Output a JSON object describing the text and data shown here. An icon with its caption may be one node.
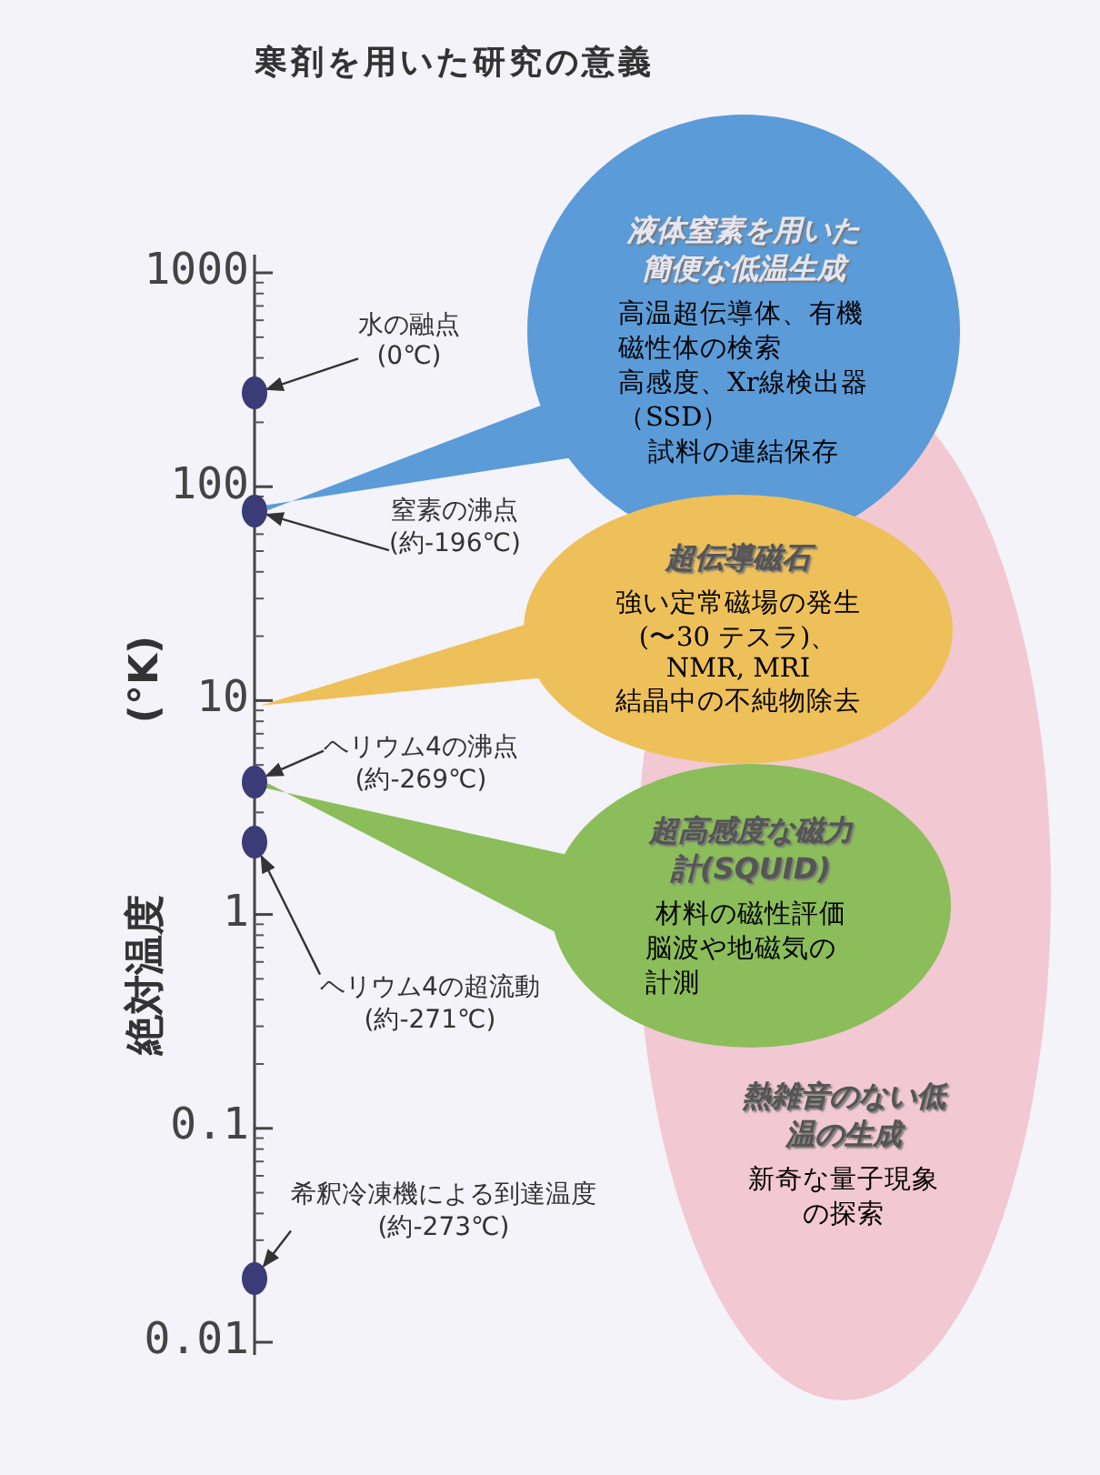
{
  "diagram": {
    "title": "寒剤を用いた研究の意義",
    "nodes": [
      {
        "text": [
          "液体窒素を用いた簡便な低温生成",
          "高温超伝導体、有機磁性体の検索",
          "高感度、Xr線検出器（SSD）",
          "試料の連結保存"
        ]
      },
      {
        "text": [
          "水の融点",
          "(0℃)"
        ]
      },
      {
        "text": [],
        "shape": "circle"
      },
      {
        "text": [],
        "shape": "circle"
      },
      {
        "text": [
          "窒素の沸点",
          "(約-196℃)"
        ]
      },
      {
        "text": [
          "熱雑音のない低温の生成",
          "新奇な量子現象の探索"
        ]
      },
      {
        "text": [
          "超伝導磁石",
          "強い定常磁場の発生",
          "(〜30 テスラ)、",
          "NMR, MRI",
          "結晶中の不純物除去"
        ]
      },
      {
        "text": [
          "ヘリウム4の沸点",
          "(約-269℃)"
        ]
      },
      {
        "text": [],
        "shape": "circle"
      },
      {
        "text": [
          "超高感度な磁力計(SQUID)",
          "材料の磁性評価",
          "脳波や地磁気の計測"
        ]
      },
      {
        "text": [],
        "shape": "circle"
      },
      {
        "text": [
          "ヘリウム4の超流動",
          "(約-271℃)"
        ]
      },
      {
        "text": [
          "希釈冷凍機による到達温度",
          "(約-273℃)"
        ]
      },
      {
        "text": [],
        "shape": "circle"
      }
    ],
    "edges": [
      {
        "from": 1,
        "to": 2,
        "arrow": "to"
      },
      {
        "from": 4,
        "to": 3,
        "arrow": "to"
      },
      {
        "from": 0,
        "to": 3,
        "arrow": "none",
        "style": "thick",
        "color": "#5b9bd8"
      },
      {
        "from": 6,
        "to": null,
        "arrow": "to",
        "style": "thick",
        "color": "#eec05a"
      },
      {
        "from": 7,
        "to": 8,
        "arrow": "to"
      },
      {
        "from": 9,
        "to": 8,
        "arrow": "none",
        "style": "thick",
        "color": "#8bbd5a"
      },
      {
        "from": 11,
        "to": 10,
        "arrow": "to"
      },
      {
        "from": 12,
        "to": 13,
        "arrow": "to"
      }
    ],
    "labels": [
      "1000",
      "100",
      "10",
      "1",
      "0.1",
      "0.01",
      "絶対温度",
      "(°K)"
    ]
  }
}
